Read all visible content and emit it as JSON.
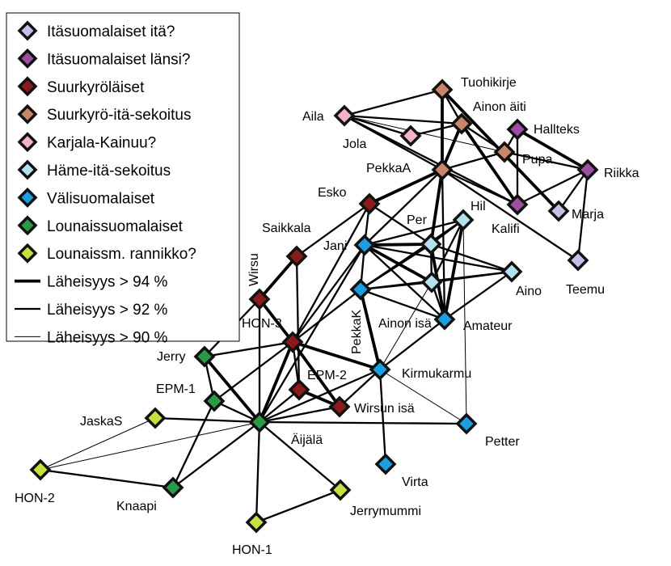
{
  "legend": {
    "groups": [
      {
        "id": "ita",
        "label": "Itäsuomalaiset  itä?",
        "color": "#c8bde6"
      },
      {
        "id": "lansi",
        "label": "Itäsuomalaiset  länsi?",
        "color": "#9b4f9f"
      },
      {
        "id": "suurkyro",
        "label": "Suurkyröläiset",
        "color": "#8b1a1a"
      },
      {
        "id": "sekoitus",
        "label": "Suurkyrö-itä-sekoitus",
        "color": "#c8866a"
      },
      {
        "id": "karjala",
        "label": "Karjala-Kainuu?",
        "color": "#f2b3c4"
      },
      {
        "id": "hame",
        "label": "Häme-itä-sekoitus",
        "color": "#b3e1ee"
      },
      {
        "id": "vali",
        "label": "Välisuomalaiset",
        "color": "#1b9ee2"
      },
      {
        "id": "lounais",
        "label": "Lounaissuomalaiset",
        "color": "#2a9a48"
      },
      {
        "id": "rannikko",
        "label": "Lounaissm. rannikko?",
        "color": "#c6e040"
      }
    ],
    "lines": [
      {
        "label": "Läheisyys > 94 %",
        "weight": 3
      },
      {
        "label": "Läheisyys > 92 %",
        "weight": 2
      },
      {
        "label": "Läheisyys > 90 %",
        "weight": 1
      }
    ]
  },
  "nodes": [
    {
      "id": "Aila",
      "label": "Aila",
      "group": "karjala"
    },
    {
      "id": "Jola",
      "label": "Jola",
      "group": "karjala"
    },
    {
      "id": "Tuohikirje",
      "label": "Tuohikirje",
      "group": "sekoitus"
    },
    {
      "id": "AinonAiti",
      "label": "Ainon äiti",
      "group": "sekoitus"
    },
    {
      "id": "Pupa",
      "label": "Pupa",
      "group": "sekoitus"
    },
    {
      "id": "PekkaA",
      "label": "PekkaA",
      "group": "sekoitus"
    },
    {
      "id": "Hallteks",
      "label": "Hallteks",
      "group": "lansi"
    },
    {
      "id": "Riikka",
      "label": "Riikka",
      "group": "lansi"
    },
    {
      "id": "Kalifi",
      "label": "Kalifi",
      "group": "lansi"
    },
    {
      "id": "Marja",
      "label": "Marja",
      "group": "ita"
    },
    {
      "id": "Teemu",
      "label": "Teemu",
      "group": "ita"
    },
    {
      "id": "Esko",
      "label": "Esko",
      "group": "suurkyro"
    },
    {
      "id": "Saikkala",
      "label": "Saikkala",
      "group": "suurkyro"
    },
    {
      "id": "Wirsu",
      "label": "Wirsu",
      "group": "suurkyro"
    },
    {
      "id": "HON3",
      "label": "HON-3",
      "group": "suurkyro"
    },
    {
      "id": "EPM2",
      "label": "EPM-2",
      "group": "suurkyro"
    },
    {
      "id": "WirsunIsa",
      "label": "Wirsun isä",
      "group": "suurkyro"
    },
    {
      "id": "Hil",
      "label": "Hil",
      "group": "hame"
    },
    {
      "id": "Per",
      "label": "Per",
      "group": "hame"
    },
    {
      "id": "Aino",
      "label": "Aino",
      "group": "hame"
    },
    {
      "id": "AinonIsa",
      "label": "Ainon isä",
      "group": "hame"
    },
    {
      "id": "Jani",
      "label": "Jani",
      "group": "vali"
    },
    {
      "id": "PekkaK",
      "label": "PekkaK",
      "group": "vali"
    },
    {
      "id": "Amateur",
      "label": "Amateur",
      "group": "vali"
    },
    {
      "id": "Kirmukarmu",
      "label": "Kirmukarmu",
      "group": "vali"
    },
    {
      "id": "Petter",
      "label": "Petter",
      "group": "vali"
    },
    {
      "id": "Virta",
      "label": "Virta",
      "group": "vali"
    },
    {
      "id": "Jerry",
      "label": "Jerry",
      "group": "lounais"
    },
    {
      "id": "EPM1",
      "label": "EPM-1",
      "group": "lounais"
    },
    {
      "id": "Aijala",
      "label": "Äijälä",
      "group": "lounais"
    },
    {
      "id": "Knaapi",
      "label": "Knaapi",
      "group": "lounais"
    },
    {
      "id": "JaskaS",
      "label": "JaskaS",
      "group": "rannikko"
    },
    {
      "id": "HON2",
      "label": "HON-2",
      "group": "rannikko"
    },
    {
      "id": "HON1",
      "label": "HON-1",
      "group": "rannikko"
    },
    {
      "id": "Jerrymummi",
      "label": "Jerrymummi",
      "group": "rannikko"
    }
  ],
  "edges": [
    {
      "from": "Aila",
      "to": "Tuohikirje",
      "weight": 2
    },
    {
      "from": "Aila",
      "to": "Jola",
      "weight": 2
    },
    {
      "from": "Aila",
      "to": "AinonAiti",
      "weight": 2
    },
    {
      "from": "Aila",
      "to": "PekkaA",
      "weight": 2
    },
    {
      "from": "Aila",
      "to": "Pupa",
      "weight": 1
    },
    {
      "from": "Aila",
      "to": "Kalifi",
      "weight": 2
    },
    {
      "from": "Jola",
      "to": "AinonAiti",
      "weight": 2
    },
    {
      "from": "Tuohikirje",
      "to": "AinonAiti",
      "weight": 2
    },
    {
      "from": "Tuohikirje",
      "to": "PekkaA",
      "weight": 3
    },
    {
      "from": "Tuohikirje",
      "to": "Marja",
      "weight": 3
    },
    {
      "from": "AinonAiti",
      "to": "Pupa",
      "weight": 2
    },
    {
      "from": "AinonAiti",
      "to": "PekkaA",
      "weight": 3
    },
    {
      "from": "AinonAiti",
      "to": "Kalifi",
      "weight": 3
    },
    {
      "from": "Pupa",
      "to": "Hallteks",
      "weight": 2
    },
    {
      "from": "Pupa",
      "to": "PekkaA",
      "weight": 2
    },
    {
      "from": "Pupa",
      "to": "Riikka",
      "weight": 2
    },
    {
      "from": "Hallteks",
      "to": "Kalifi",
      "weight": 2
    },
    {
      "from": "Hallteks",
      "to": "Riikka",
      "weight": 3
    },
    {
      "from": "Kalifi",
      "to": "Riikka",
      "weight": 2
    },
    {
      "from": "Riikka",
      "to": "Marja",
      "weight": 2
    },
    {
      "from": "Riikka",
      "to": "Teemu",
      "weight": 2
    },
    {
      "from": "PekkaA",
      "to": "Esko",
      "weight": 3
    },
    {
      "from": "PekkaA",
      "to": "Jani",
      "weight": 2
    },
    {
      "from": "PekkaA",
      "to": "Per",
      "weight": 3
    },
    {
      "from": "PekkaA",
      "to": "Amateur",
      "weight": 2
    },
    {
      "from": "PekkaA",
      "to": "Kalifi",
      "weight": 2
    },
    {
      "from": "PekkaA",
      "to": "Teemu",
      "weight": 2
    },
    {
      "from": "Esko",
      "to": "Jani",
      "weight": 2
    },
    {
      "from": "Esko",
      "to": "Saikkala",
      "weight": 2
    },
    {
      "from": "Esko",
      "to": "HON3",
      "weight": 2
    },
    {
      "from": "Esko",
      "to": "Per",
      "weight": 2
    },
    {
      "from": "Saikkala",
      "to": "Wirsu",
      "weight": 3
    },
    {
      "from": "Saikkala",
      "to": "EPM2",
      "weight": 2
    },
    {
      "from": "Wirsu",
      "to": "HON3",
      "weight": 3
    },
    {
      "from": "Wirsu",
      "to": "Jerry",
      "weight": 2
    },
    {
      "from": "Wirsu",
      "to": "Aijala",
      "weight": 2
    },
    {
      "from": "Jani",
      "to": "Per",
      "weight": 3
    },
    {
      "from": "Jani",
      "to": "Hil",
      "weight": 2
    },
    {
      "from": "Jani",
      "to": "HON3",
      "weight": 2
    },
    {
      "from": "Jani",
      "to": "PekkaK",
      "weight": 2
    },
    {
      "from": "Jani",
      "to": "Aino",
      "weight": 2
    },
    {
      "from": "Jani",
      "to": "AinonIsa",
      "weight": 3
    },
    {
      "from": "Jani",
      "to": "Amateur",
      "weight": 2
    },
    {
      "from": "Jani",
      "to": "Aijala",
      "weight": 2
    },
    {
      "from": "Per",
      "to": "Hil",
      "weight": 2
    },
    {
      "from": "Per",
      "to": "PekkaK",
      "weight": 2
    },
    {
      "from": "Per",
      "to": "Aino",
      "weight": 2
    },
    {
      "from": "Per",
      "to": "Amateur",
      "weight": 3
    },
    {
      "from": "Per",
      "to": "AinonIsa",
      "weight": 2
    },
    {
      "from": "Hil",
      "to": "PekkaK",
      "weight": 2
    },
    {
      "from": "Hil",
      "to": "Amateur",
      "weight": 3
    },
    {
      "from": "Hil",
      "to": "Petter",
      "weight": 1
    },
    {
      "from": "Hil",
      "to": "AinonIsa",
      "weight": 2
    },
    {
      "from": "PekkaK",
      "to": "AinonIsa",
      "weight": 2
    },
    {
      "from": "PekkaK",
      "to": "Amateur",
      "weight": 2
    },
    {
      "from": "PekkaK",
      "to": "Aino",
      "weight": 2
    },
    {
      "from": "PekkaK",
      "to": "Kirmukarmu",
      "weight": 3
    },
    {
      "from": "PekkaK",
      "to": "HON3",
      "weight": 2
    },
    {
      "from": "AinonIsa",
      "to": "Aino",
      "weight": 2
    },
    {
      "from": "AinonIsa",
      "to": "Amateur",
      "weight": 2
    },
    {
      "from": "AinonIsa",
      "to": "Kirmukarmu",
      "weight": 1
    },
    {
      "from": "Amateur",
      "to": "Aino",
      "weight": 2
    },
    {
      "from": "Amateur",
      "to": "Kirmukarmu",
      "weight": 2
    },
    {
      "from": "HON3",
      "to": "EPM2",
      "weight": 2
    },
    {
      "from": "HON3",
      "to": "WirsunIsa",
      "weight": 3
    },
    {
      "from": "HON3",
      "to": "Kirmukarmu",
      "weight": 3
    },
    {
      "from": "HON3",
      "to": "Aijala",
      "weight": 3
    },
    {
      "from": "HON3",
      "to": "Jerry",
      "weight": 2
    },
    {
      "from": "HON3",
      "to": "EPM1",
      "weight": 2
    },
    {
      "from": "EPM2",
      "to": "WirsunIsa",
      "weight": 3
    },
    {
      "from": "EPM2",
      "to": "Aijala",
      "weight": 2
    },
    {
      "from": "WirsunIsa",
      "to": "Kirmukarmu",
      "weight": 2
    },
    {
      "from": "WirsunIsa",
      "to": "Aijala",
      "weight": 2
    },
    {
      "from": "Kirmukarmu",
      "to": "Virta",
      "weight": 2
    },
    {
      "from": "Kirmukarmu",
      "to": "Petter",
      "weight": 1
    },
    {
      "from": "Kirmukarmu",
      "to": "Aijala",
      "weight": 2
    },
    {
      "from": "Aijala",
      "to": "Petter",
      "weight": 2
    },
    {
      "from": "Aijala",
      "to": "Jerry",
      "weight": 3
    },
    {
      "from": "Aijala",
      "to": "EPM1",
      "weight": 2
    },
    {
      "from": "Aijala",
      "to": "JaskaS",
      "weight": 2
    },
    {
      "from": "Aijala",
      "to": "Knaapi",
      "weight": 2
    },
    {
      "from": "Aijala",
      "to": "HON1",
      "weight": 2
    },
    {
      "from": "Aijala",
      "to": "Jerrymummi",
      "weight": 2
    },
    {
      "from": "Aijala",
      "to": "HON2",
      "weight": 1
    },
    {
      "from": "Jerry",
      "to": "EPM1",
      "weight": 2
    },
    {
      "from": "EPM1",
      "to": "Knaapi",
      "weight": 2
    },
    {
      "from": "JaskaS",
      "to": "HON2",
      "weight": 1
    },
    {
      "from": "HON2",
      "to": "Knaapi",
      "weight": 2
    },
    {
      "from": "HON1",
      "to": "Jerrymummi",
      "weight": 2
    }
  ]
}
